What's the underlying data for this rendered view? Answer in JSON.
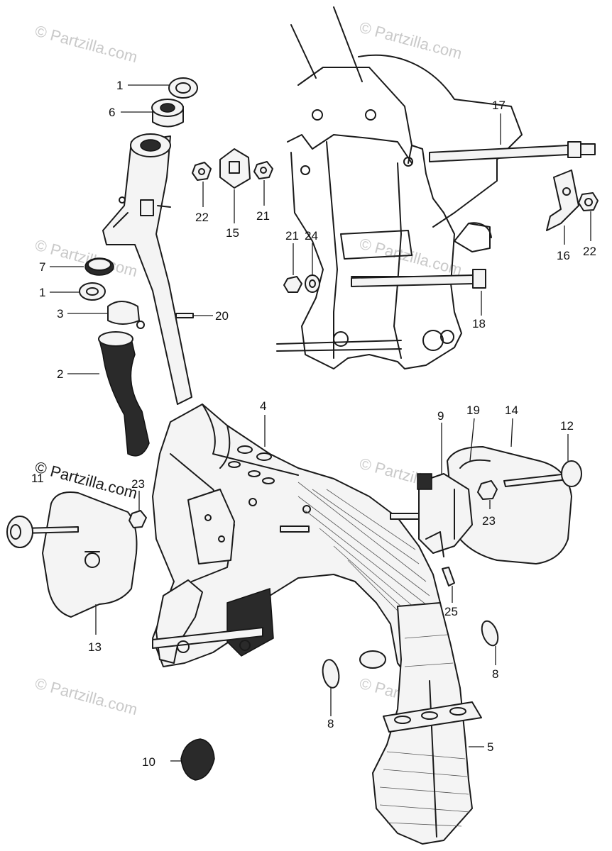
{
  "watermarks": {
    "text": "© Partzilla.com",
    "dark_text": "© Partzilla.com"
  },
  "callouts": {
    "c1a": "1",
    "c6": "6",
    "c7": "7",
    "c1b": "1",
    "c3": "3",
    "c2": "2",
    "c20": "20",
    "c22a": "22",
    "c15": "15",
    "c21a": "21",
    "c17": "17",
    "c16": "16",
    "c22b": "22",
    "c21b": "21",
    "c24": "24",
    "c18": "18",
    "c4": "4",
    "c9": "9",
    "c19": "19",
    "c14": "14",
    "c12": "12",
    "c11": "11",
    "c23a": "23",
    "c23b": "23",
    "c13": "13",
    "c25": "25",
    "c8a": "8",
    "c8b": "8",
    "c5": "5",
    "c10": "10"
  }
}
